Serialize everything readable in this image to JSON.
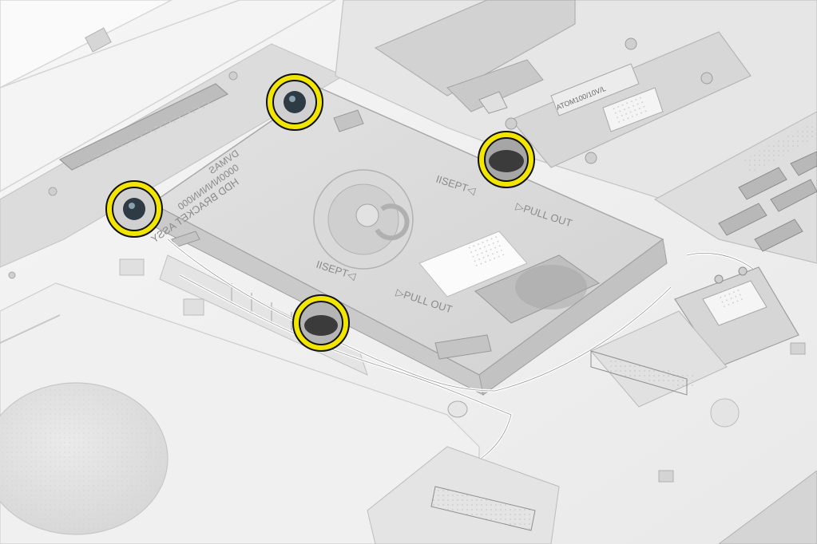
{
  "image": {
    "subject": "laptop base with hard drive assembly",
    "highlight_color": "#f2e600",
    "screw_count": 4
  },
  "labels": {
    "hdd_bracket_line1": "HDD BRACKET ASSY",
    "hdd_bracket_line2": "0000NNNNN000",
    "hdd_bracket_line3": "DVMAS",
    "hdd_pull_upper": "▷PULL OUT",
    "hdd_sept_upper": "IISEPT◁",
    "hdd_pull_lower": "▷PULL OUT",
    "hdd_sept_lower": "IISEPT◁",
    "heatsink_label": "ATOM100/10V/L"
  },
  "callouts": [
    {
      "id": "screw-top-left",
      "highlighted": true
    },
    {
      "id": "screw-left",
      "highlighted": true
    },
    {
      "id": "screw-right",
      "highlighted": true
    },
    {
      "id": "screw-bottom",
      "highlighted": true
    }
  ]
}
